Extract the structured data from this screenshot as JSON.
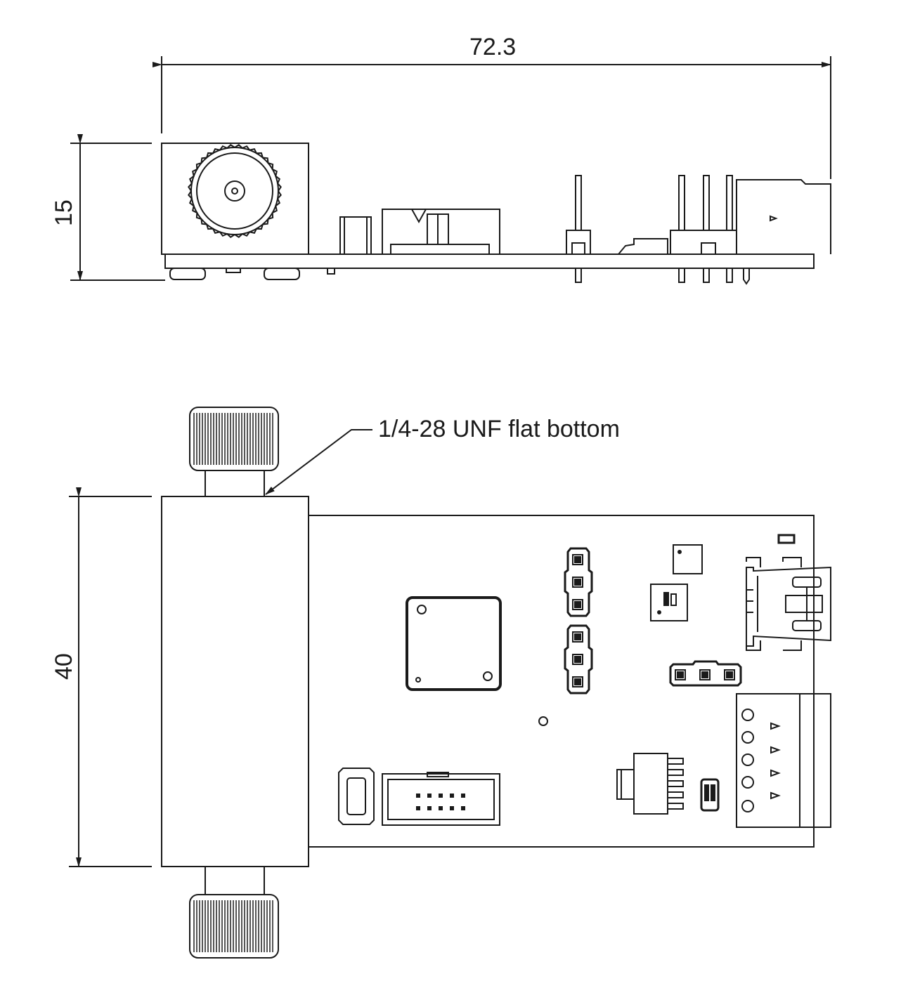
{
  "side_view": {
    "dim_length": "72.3",
    "dim_height": "15"
  },
  "top_view": {
    "dim_width": "40",
    "port_note": "1/4-28 UNF flat bottom"
  },
  "colors": {
    "line": "#1a1a1a",
    "background": "#ffffff"
  }
}
